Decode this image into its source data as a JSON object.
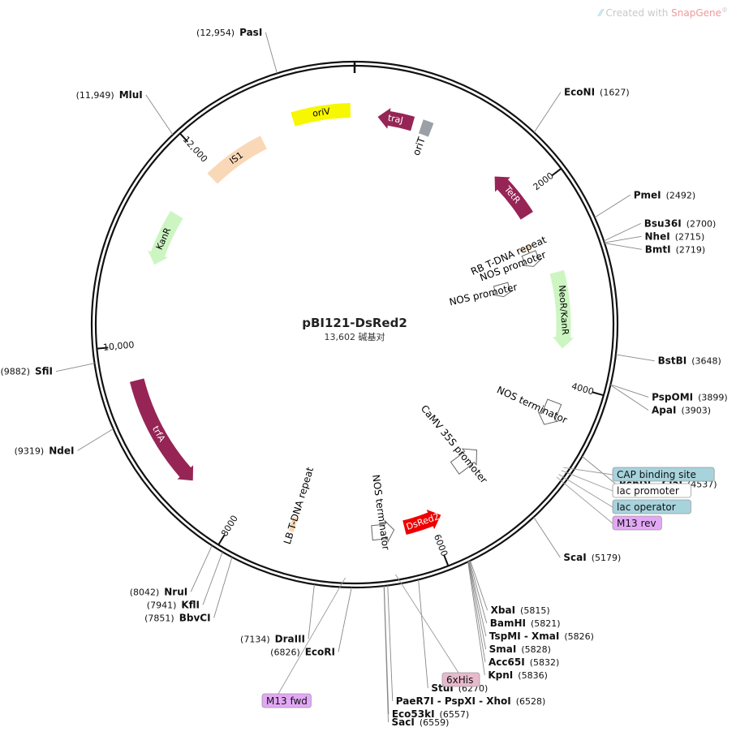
{
  "watermark": {
    "prefix": "Created with ",
    "brand": "SnapGene",
    "mark": "®"
  },
  "plasmid": {
    "name": "pBI121-DsRed2",
    "size_text": "13,602 碱基对",
    "length": 13602
  },
  "ticks": [
    {
      "pos": 2000,
      "label": "2000"
    },
    {
      "pos": 4000,
      "label": "4000"
    },
    {
      "pos": 6000,
      "label": "6000"
    },
    {
      "pos": 8000,
      "label": "8000"
    },
    {
      "pos": 10000,
      "label": "10,000"
    },
    {
      "pos": 12000,
      "label": "12,000"
    }
  ],
  "features": [
    {
      "name": "oriV",
      "start": 12970,
      "end": 13560,
      "strand": 0,
      "radius": 0.82,
      "color": "#f7f700",
      "text_color": "#000000",
      "label_inside": true
    },
    {
      "name": "traJ",
      "start": 240,
      "end": 610,
      "strand": -1,
      "radius": 0.8,
      "color": "#962556",
      "text_color": "#ffffff",
      "label_inside": true
    },
    {
      "name": "oriT",
      "start": 700,
      "end": 810,
      "strand": 0,
      "radius": 0.8,
      "color": "#9aa0a6",
      "text_color": "#000000",
      "label_inside": false
    },
    {
      "name": "TetR",
      "start": 1640,
      "end": 2180,
      "strand": -1,
      "radius": 0.78,
      "color": "#962556",
      "text_color": "#ffffff",
      "label_inside": true
    },
    {
      "name": "RB T-DNA repeat",
      "start": 2480,
      "end": 2510,
      "strand": 0,
      "radius": 0.72,
      "color": "#f6d5b0",
      "text_color": "#000000",
      "label_inside": false
    },
    {
      "name": "NOS promoter",
      "start": 2560,
      "end": 2720,
      "strand": 1,
      "radius": 0.72,
      "color": "#ffffff",
      "text_color": "#000000",
      "label_inside": false
    },
    {
      "name": "NOS promoter",
      "start": 2820,
      "end": 3000,
      "strand": 1,
      "radius": 0.58,
      "color": "#ffffff",
      "text_color": "#000000",
      "label_inside": false
    },
    {
      "name": "NeoR/KanR",
      "start": 2850,
      "end": 3650,
      "strand": 1,
      "radius": 0.8,
      "color": "#ccf5c2",
      "text_color": "#000000",
      "label_inside": true
    },
    {
      "name": "NOS terminator",
      "start": 4200,
      "end": 4450,
      "strand": 1,
      "radius": 0.82,
      "color": "#ffffff",
      "text_color": "#000000",
      "label_inside": false
    },
    {
      "name": "CaMV 35S promoter",
      "start": 5130,
      "end": 5480,
      "strand": -1,
      "radius": 0.67,
      "color": "#ffffff",
      "text_color": "#000000",
      "label_inside": false
    },
    {
      "name": "DsRed2",
      "start": 5880,
      "end": 6280,
      "strand": -1,
      "radius": 0.8,
      "color": "#ee0000",
      "text_color": "#ffffff",
      "label_inside": true
    },
    {
      "name": "NOS terminator",
      "start": 6390,
      "end": 6620,
      "strand": -1,
      "radius": 0.8,
      "color": "#ffffff",
      "text_color": "#000000",
      "label_inside": false
    },
    {
      "name": "LB T-DNA repeat",
      "start": 7420,
      "end": 7470,
      "strand": 0,
      "radius": 0.8,
      "color": "#f6d5b0",
      "text_color": "#000000",
      "label_inside": false
    },
    {
      "name": "trfA",
      "start": 8540,
      "end": 9660,
      "strand": -1,
      "radius": 0.86,
      "color": "#962556",
      "text_color": "#ffffff",
      "label_inside": true
    },
    {
      "name": "KanR",
      "start": 10830,
      "end": 11400,
      "strand": -1,
      "radius": 0.8,
      "color": "#ccf5c2",
      "text_color": "#000000",
      "label_inside": true
    },
    {
      "name": "IS1",
      "start": 11930,
      "end": 12600,
      "strand": 0,
      "radius": 0.78,
      "color": "#f9d8b8",
      "text_color": "#000000",
      "label_inside": true
    }
  ],
  "sites": [
    {
      "label": "PasI",
      "pos": "12,954",
      "at": 12954
    },
    {
      "label": "MluI",
      "pos": "11,949",
      "at": 11949
    },
    {
      "label": "SfiI",
      "pos": "9882",
      "at": 9882
    },
    {
      "label": "NdeI",
      "pos": "9319",
      "at": 9319
    },
    {
      "label": "EcoNI",
      "pos": "1627",
      "at": 1627
    },
    {
      "label": "PmeI",
      "pos": "2492",
      "at": 2492
    },
    {
      "label": "Bsu36I",
      "pos": "2700",
      "at": 2700
    },
    {
      "label": "NheI",
      "pos": "2715",
      "at": 2715
    },
    {
      "label": "BmtI",
      "pos": "2719",
      "at": 2719
    },
    {
      "label": "BstBI",
      "pos": "3648",
      "at": 3648
    },
    {
      "label": "PspOMI",
      "pos": "3899",
      "at": 3899
    },
    {
      "label": "ApaI",
      "pos": "3903",
      "at": 3903
    },
    {
      "label": "BspDI - ClaI",
      "pos": "4537",
      "at": 4537
    },
    {
      "label": "ScaI",
      "pos": "5179",
      "at": 5179
    },
    {
      "label": "XbaI",
      "pos": "5815",
      "at": 5815
    },
    {
      "label": "BamHI",
      "pos": "5821",
      "at": 5821
    },
    {
      "label": "TspMI - XmaI",
      "pos": "5826",
      "at": 5826
    },
    {
      "label": "SmaI",
      "pos": "5828",
      "at": 5828
    },
    {
      "label": "Acc65I",
      "pos": "5832",
      "at": 5832
    },
    {
      "label": "KpnI",
      "pos": "5836",
      "at": 5836
    },
    {
      "label": "StuI",
      "pos": "6270",
      "at": 6270
    },
    {
      "label": "PaeR7I - PspXI - XhoI",
      "pos": "6528",
      "at": 6528
    },
    {
      "label": "Eco53kI",
      "pos": "6557",
      "at": 6557
    },
    {
      "label": "SacI",
      "pos": "6559",
      "at": 6559
    },
    {
      "label": "EcoRI",
      "pos": "6826",
      "at": 6826
    },
    {
      "label": "DraIII",
      "pos": "7134",
      "at": 7134
    },
    {
      "label": "BbvCI",
      "pos": "7851",
      "at": 7851
    },
    {
      "label": "KflI",
      "pos": "7941",
      "at": 7941
    },
    {
      "label": "NruI",
      "pos": "8042",
      "at": 8042
    }
  ],
  "boxed_labels": [
    {
      "label": "CAP binding site",
      "at": 4700,
      "fill": "#a7d3dc"
    },
    {
      "label": "lac promoter",
      "at": 4730,
      "fill": "#ffffff"
    },
    {
      "label": "lac operator",
      "at": 4770,
      "fill": "#a7d3dc"
    },
    {
      "label": "M13 rev",
      "at": 4800,
      "fill": "#e3a8f5"
    },
    {
      "label": "6xHis",
      "at": 6450,
      "fill": "#e8b9cc"
    },
    {
      "label": "M13 fwd",
      "at": 6880,
      "fill": "#e3a8f5"
    }
  ]
}
